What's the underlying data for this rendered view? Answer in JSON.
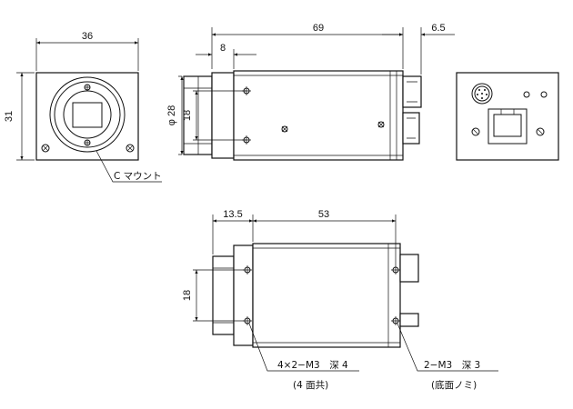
{
  "front_view": {
    "width_label": "36",
    "height_label": "31",
    "mount_label": "C マウント"
  },
  "side_view": {
    "length_label": "69",
    "rear_label": "6.5",
    "front_label": "8",
    "diameter_label": "φ 28",
    "height_label": "18"
  },
  "bottom_view": {
    "front_label": "13.5",
    "length_label": "53",
    "height_label": "18",
    "hole_note_1": "4×2−M3　深 4",
    "hole_note_1_sub": "(4 面共)",
    "hole_note_2": "2−M3　深 3",
    "hole_note_2_sub": "(底面ノミ)"
  },
  "icons": [
    "screw-icon",
    "connector-icon",
    "led-icon",
    "rj45-port-icon"
  ]
}
